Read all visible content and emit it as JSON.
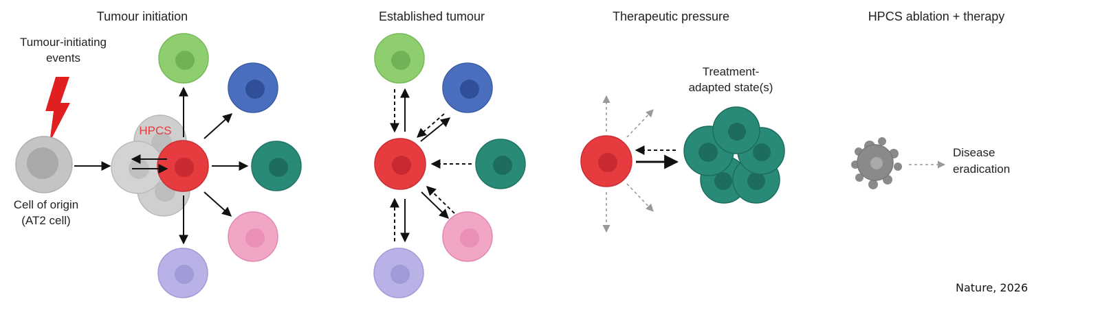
{
  "panels": {
    "initiation": {
      "title": "Tumour initiation",
      "events_line1": "Tumour-initiating",
      "events_line2": "events",
      "origin_line1": "Cell of origin",
      "origin_line2": "(AT2 cell)",
      "hpcs_label": "HPCS"
    },
    "established": {
      "title": "Established tumour"
    },
    "therapeutic": {
      "title": "Therapeutic pressure",
      "adapted_line1": "Treatment-",
      "adapted_line2": "adapted state(s)"
    },
    "ablation": {
      "title": "HPCS ablation + therapy",
      "outcome_line1": "Disease",
      "outcome_line2": "eradication"
    }
  },
  "credit": "Nature, 2026",
  "colors": {
    "hpcs_red": "#e63b3f",
    "green": "#8fce6f",
    "blue": "#4a6fbf",
    "teal": "#2a8a78",
    "pink": "#f2a6c6",
    "lavender": "#b8b2e6",
    "origin_grey": "#c4c4c4",
    "lightning": "#e02020"
  },
  "icons": [
    "lightning-icon",
    "cell-icon",
    "arrow-icon"
  ]
}
